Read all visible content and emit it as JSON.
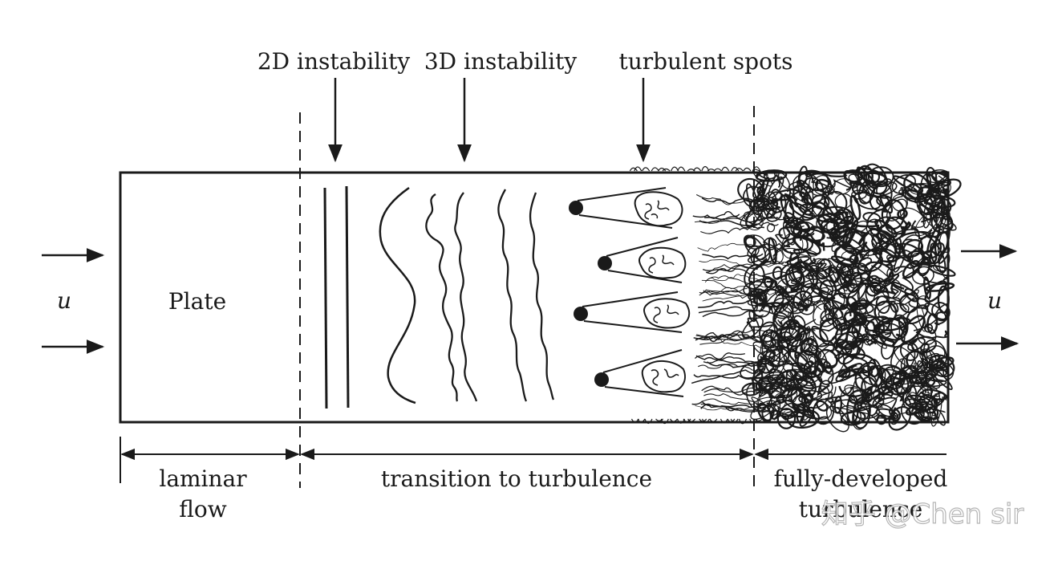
{
  "labels": {
    "instability_2d": "2D instability",
    "instability_3d": "3D instability",
    "turbulent_spots": "turbulent spots",
    "plate": "Plate",
    "u_in": "u",
    "u_out": "u",
    "laminar_line1": "laminar",
    "laminar_line2": "flow",
    "transition": "transition to turbulence",
    "fully_line1": "fully-developed",
    "fully_line2": "turbulence"
  },
  "watermark": "知乎 @Chen sir",
  "colors": {
    "ink": "#1a1a1a",
    "background": "#ffffff"
  }
}
